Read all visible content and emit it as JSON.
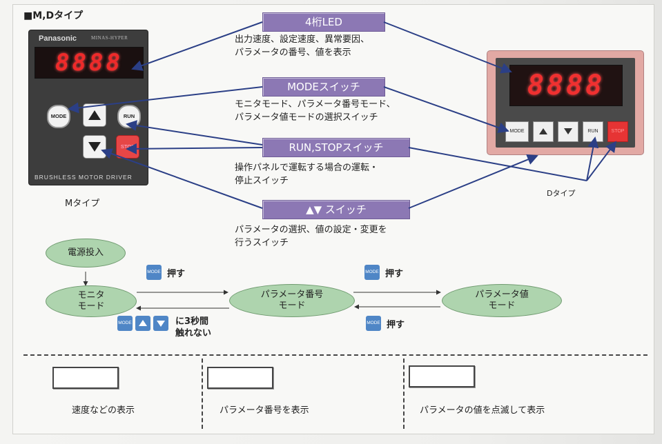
{
  "section_title": "■M,Dタイプ",
  "callouts": {
    "led": {
      "label": "4桁LED",
      "desc": [
        "出力速度、設定速度、異常要因、",
        "パラメータの番号、値を表示"
      ]
    },
    "mode": {
      "label": "MODEスイッチ",
      "desc": [
        "モニタモード、パラメータ番号モード、",
        "パラメータ値モードの選択スイッチ"
      ]
    },
    "runstop": {
      "label": "RUN,STOPスイッチ",
      "desc": [
        "操作パネルで運転する場合の運転・",
        "停止スイッチ"
      ]
    },
    "updown": {
      "label": "▲▼ スイッチ",
      "desc": [
        "パラメータの選択、値の設定・変更を",
        "行うスイッチ"
      ]
    }
  },
  "device_m": {
    "brand": "Panasonic",
    "brand_sub": "MINAS-HYPER",
    "display": "8888",
    "mode_btn": "MODE",
    "run_btn": "RUN",
    "stop_btn": "STOP",
    "caption": "BRUSHLESS MOTOR DRIVER",
    "label": "Mタイプ"
  },
  "device_d": {
    "display": "8888",
    "mode_btn": "MODE",
    "run_btn": "RUN",
    "stop_btn": "STOP",
    "label": "Dタイプ"
  },
  "flow": {
    "power_on": "電源投入",
    "monitor_mode": [
      "モニタ",
      "モード"
    ],
    "param_no_mode": [
      "パラメータ番号",
      "モード"
    ],
    "param_val_mode": [
      "パラメータ値",
      "モード"
    ],
    "mode_chip": "MODE",
    "push": "押す",
    "no_touch": [
      "に3秒間",
      "触れない"
    ]
  },
  "bottom": {
    "speed_display": "速度などの表示",
    "param_no_display": "パラメータ番号を表示",
    "param_val_display": "パラメータの値を点滅して表示"
  },
  "colors": {
    "label_box": "#8c78b4",
    "arrow": "#2b3f86",
    "ellipse": "#aed4ae",
    "chip": "#4f86c6",
    "led": "#ee2a2a"
  }
}
